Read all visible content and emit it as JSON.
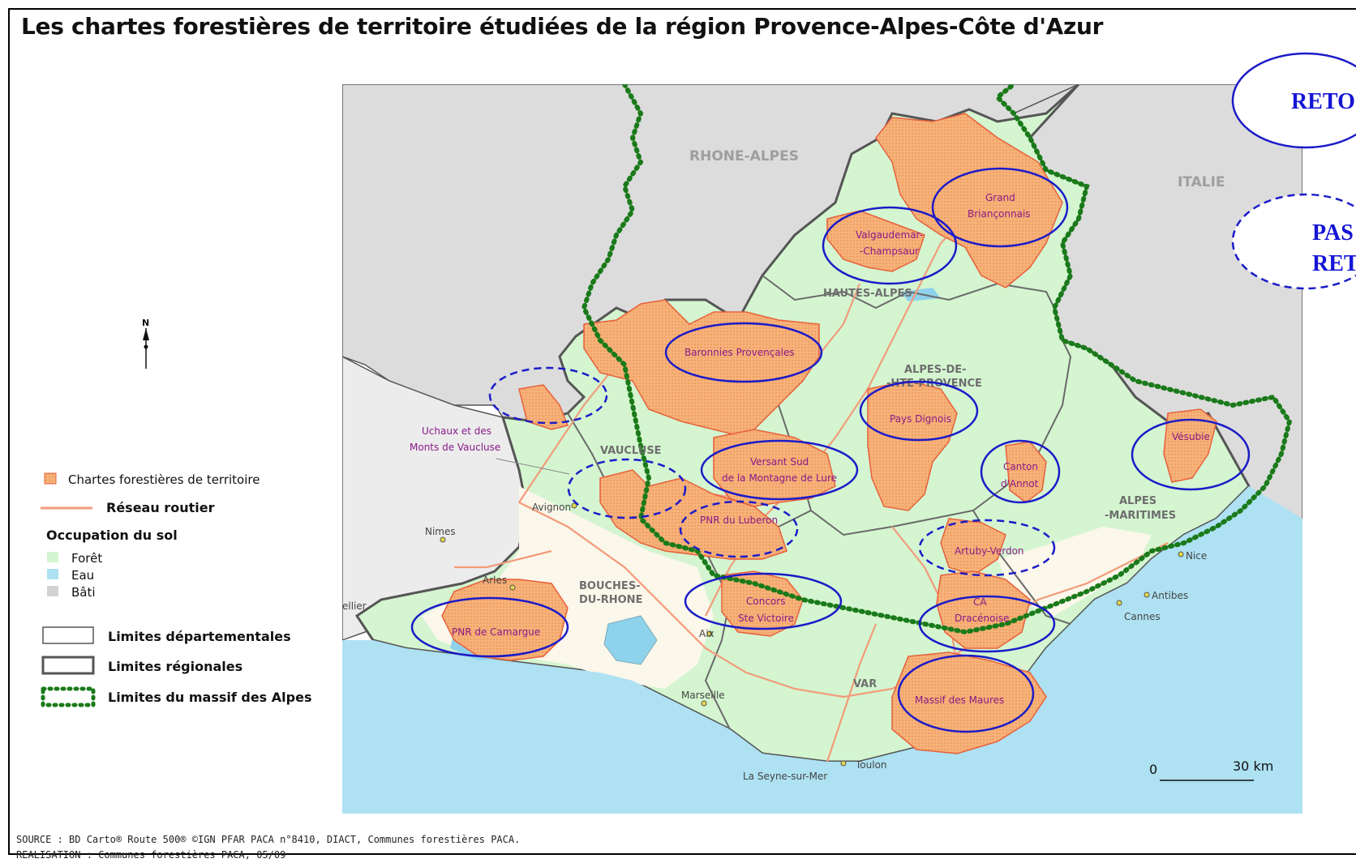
{
  "title": "Les chartes forestières de territoire étudiées de la région Provence-Alpes-Côte d'Azur",
  "colors": {
    "charter_fill": "#f6b27a",
    "charter_stroke": "#e8603c",
    "forest": "#d4f5d0",
    "water": "#aee1f2",
    "built": "#d3d3d3",
    "outside": "#dcdcdc",
    "road": "#f29b7a",
    "alps_limit": "#1a7a1a",
    "ellipse": "#1b1bc8"
  },
  "regions": {
    "rhone_alpes": "RHONE-ALPES",
    "italie": "ITALIE"
  },
  "departments": {
    "hautes_alpes": "HAUTES-ALPES",
    "alpes_hte_provence_1": "ALPES-DE-",
    "alpes_hte_provence_2": "-HTE-PROVENCE",
    "vaucluse": "VAUCLUSE",
    "bouches_1": "BOUCHES-",
    "bouches_2": "DU-RHONE",
    "var": "VAR",
    "alpes_maritimes_1": "ALPES",
    "alpes_maritimes_2": "-MARITIMES"
  },
  "cities": {
    "avignon": "Avignon",
    "nimes": "Nimes",
    "arles": "Arles",
    "pellier": "ellier",
    "aix": "Aix",
    "marseille": "Marseille",
    "la_seyne": "La Seyne-sur-Mer",
    "toulon": "Toulon",
    "nice": "Nice",
    "antibes": "Antibes",
    "cannes": "Cannes"
  },
  "charters": {
    "grand_briancon_1": "Grand",
    "grand_briancon_2": "Briançonnais",
    "valgaudemar_1": "Valgaudemar-",
    "valgaudemar_2": "-Champsaur",
    "baronnies": "Baronnies Provençales",
    "pays_dignois": "Pays Dignois",
    "versant_sud_1": "Versant Sud",
    "versant_sud_2": "de la Montagne de Lure",
    "canton_annot_1": "Canton",
    "canton_annot_2": "d'Annot",
    "vesubie": "Vésubie",
    "pnr_luberon": "PNR du Luberon",
    "artuby_verdon": "Artuby-Verdon",
    "concors_1": "Concors",
    "concors_2": "Ste Victoire",
    "ca_dracenoise_1": "CA",
    "ca_dracenoise_2": "Dracénoise",
    "pnr_camargue": "PNR de Camargue",
    "massif_maures": "Massif des Maures",
    "uchaux_1": "Uchaux et des",
    "uchaux_2": "Monts de Vaucluse"
  },
  "buttons": {
    "retour": "RETO",
    "passer_1": "PAS",
    "passer_2": "RET"
  },
  "north": "N",
  "legend": {
    "charters": "Chartes forestières de territoire",
    "roads": "Réseau routier",
    "land_use_title": "Occupation du sol",
    "forest": "Forêt",
    "water": "Eau",
    "built": "Bâti",
    "dept_limits": "Limites départementales",
    "region_limits": "Limites régionales",
    "alps_limits": "Limites du massif des Alpes"
  },
  "scale": {
    "start": "0",
    "end": "30 km"
  },
  "source": {
    "line1": "SOURCE : BD Carto® Route 500® ©IGN PFAR PACA n°8410, DIACT, Communes forestières PACA.",
    "line2": "REALISATION : Communes forestières PACA, 05/09"
  }
}
